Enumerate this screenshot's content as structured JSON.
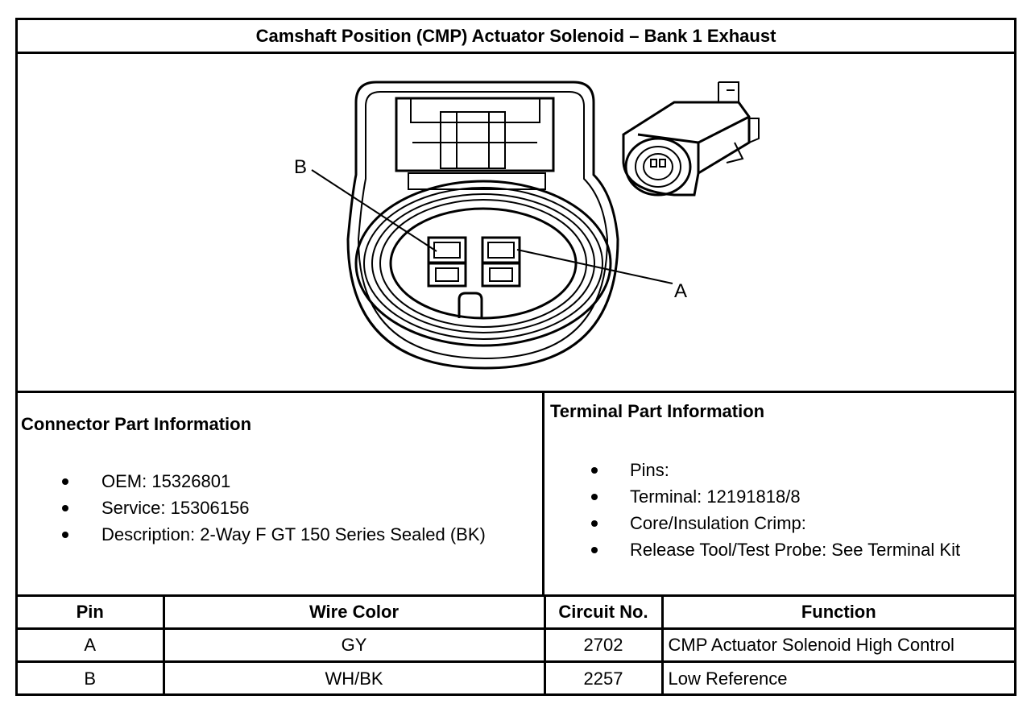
{
  "title": "Camshaft Position (CMP) Actuator Solenoid – Bank 1 Exhaust",
  "diagram": {
    "label_b": "B",
    "label_a": "A"
  },
  "connector": {
    "heading": "Connector Part Information",
    "items": [
      "OEM: 15326801",
      "Service: 15306156",
      "Description: 2-Way F GT 150 Series Sealed (BK)"
    ]
  },
  "terminal": {
    "heading": "Terminal Part Information",
    "items": [
      "Pins:",
      "Terminal: 12191818/8",
      "Core/Insulation Crimp:",
      "Release Tool/Test Probe: See Terminal Kit"
    ]
  },
  "table": {
    "headers": [
      "Pin",
      "Wire Color",
      "Circuit No.",
      "Function"
    ],
    "rows": [
      [
        "A",
        "GY",
        "2702",
        "CMP Actuator Solenoid High Control"
      ],
      [
        "B",
        "WH/BK",
        "2257",
        "Low Reference"
      ]
    ]
  }
}
